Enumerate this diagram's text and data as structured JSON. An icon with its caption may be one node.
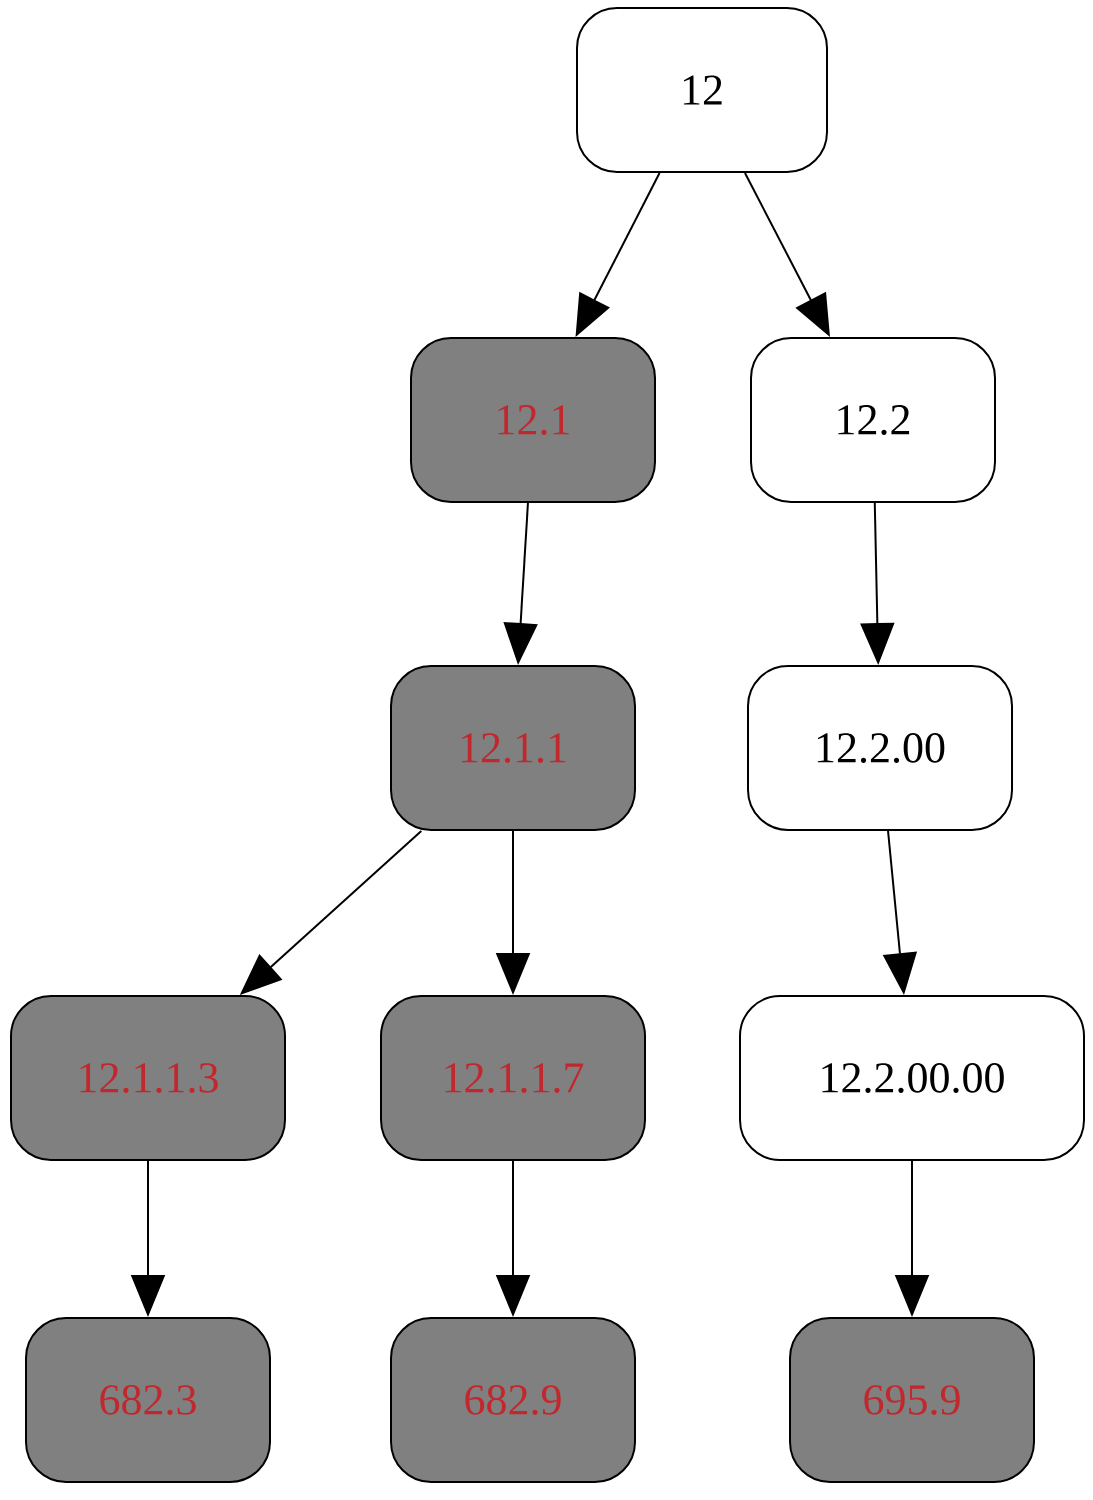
{
  "diagram": {
    "nodes": [
      {
        "text": [
          "12"
        ]
      },
      {
        "text": [
          "12.1"
        ]
      },
      {
        "text": [
          "12.2"
        ]
      },
      {
        "text": [
          "12.1.1"
        ]
      },
      {
        "text": [
          "12.2.00"
        ]
      },
      {
        "text": [
          "12.1.1.3"
        ]
      },
      {
        "text": [
          "12.1.1.7"
        ]
      },
      {
        "text": [
          "12.2.00.00"
        ]
      },
      {
        "text": [
          "682.3"
        ]
      },
      {
        "text": [
          "682.9"
        ]
      },
      {
        "text": [
          "695.9"
        ]
      }
    ],
    "edges": [
      {
        "from": 0,
        "to": 1,
        "arrow": "to"
      },
      {
        "from": 0,
        "to": 2,
        "arrow": "to"
      },
      {
        "from": 1,
        "to": 3,
        "arrow": "to"
      },
      {
        "from": 2,
        "to": 4,
        "arrow": "to"
      },
      {
        "from": 3,
        "to": 5,
        "arrow": "to"
      },
      {
        "from": 3,
        "to": 6,
        "arrow": "to"
      },
      {
        "from": 4,
        "to": 7,
        "arrow": "to"
      },
      {
        "from": 5,
        "to": 8,
        "arrow": "to"
      },
      {
        "from": 6,
        "to": 9,
        "arrow": "to"
      },
      {
        "from": 7,
        "to": 10,
        "arrow": "to"
      }
    ]
  }
}
